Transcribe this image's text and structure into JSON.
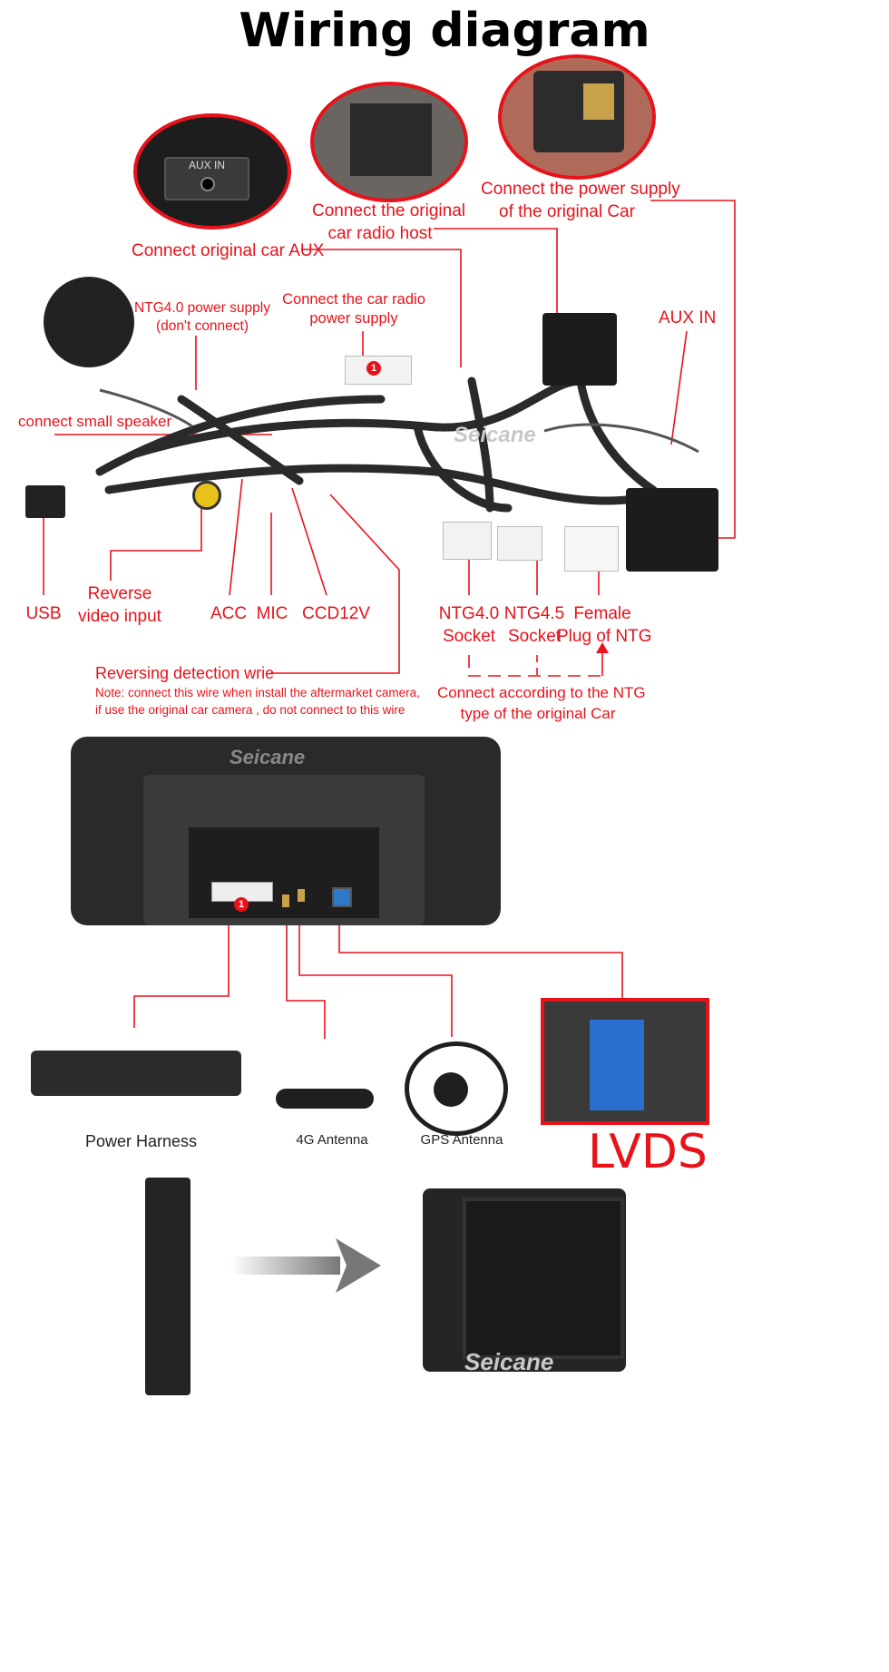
{
  "title": "Wiring diagram",
  "labels": {
    "aux_in_plate": "AUX IN",
    "radio_host": [
      "Connect the original",
      "car radio host"
    ],
    "power_supply_original": [
      "Connect the power supply",
      "of the original Car"
    ],
    "original_aux": "Connect original car AUX",
    "ntg40_power": [
      "NTG4.0 power supply",
      "(don't connect)"
    ],
    "radio_power": [
      "Connect the car radio",
      "power supply"
    ],
    "aux_in": "AUX IN",
    "small_speaker": "connect  small speaker",
    "usb": "USB",
    "reverse_video": [
      "Reverse",
      "video input"
    ],
    "acc": "ACC",
    "mic": "MIC",
    "ccd12v": "CCD12V",
    "ntg40_socket": [
      "NTG4.0",
      "Socket"
    ],
    "ntg45_socket": [
      "NTG4.5",
      "Socket"
    ],
    "female_plug": [
      "Female",
      "Plug of NTG"
    ],
    "reversing_detection": "Reversing detection wrie",
    "note": [
      "Note: connect this wire when install the aftermarket camera,",
      "if use the original car camera , do not connect to this wire"
    ],
    "ntg_type": [
      "Connect according to the NTG",
      "type of the original Car"
    ],
    "power_harness": "Power Harness",
    "antenna_4g": "4G Antenna",
    "gps_antenna": "GPS Antenna",
    "lvds": "LVDS",
    "watermark": "Seicane",
    "badge": "1"
  },
  "colors": {
    "accent": "#e8121a",
    "text": "#000000"
  }
}
